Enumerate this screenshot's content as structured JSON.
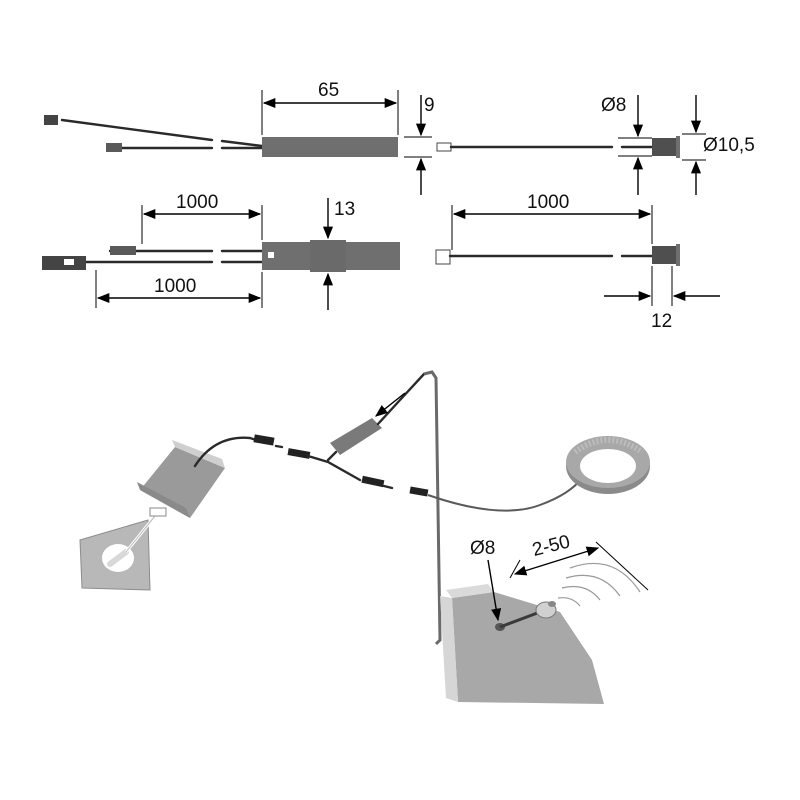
{
  "dimensions": {
    "sensor_length": "65",
    "sensor_height_side": "9",
    "head_diameter": "Ø8",
    "head_outer_diameter": "Ø10,5",
    "cable_length_top": "1000",
    "sensor_height_front": "13",
    "cable_length_bottom": "1000",
    "sensor_cable_length": "1000",
    "head_length": "12",
    "mounting_hole": "Ø8",
    "detection_range": "2-50"
  },
  "colors": {
    "body": "#6f6f6f",
    "body_dark": "#4f4f4f",
    "panel": "#b4b4b4",
    "cable": "#2a2a2a"
  }
}
